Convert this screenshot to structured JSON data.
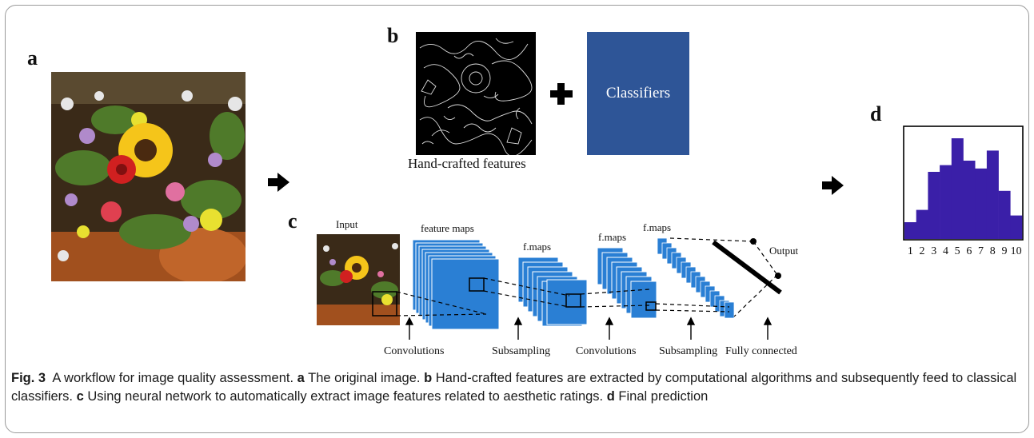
{
  "panels": {
    "a": "a",
    "b": "b",
    "c": "c",
    "d": "d"
  },
  "handcrafted_label": "Hand-crafted features",
  "classifier_label": "Classifiers",
  "cnn": {
    "input_label": "Input",
    "feature_maps_label": "feature maps",
    "fmaps_label_1": "f.maps",
    "fmaps_label_2": "f.maps",
    "fmaps_label_3": "f.maps",
    "output_label": "Output",
    "stages": [
      "Convolutions",
      "Subsampling",
      "Convolutions",
      "Subsampling",
      "Fully connected"
    ]
  },
  "chart_data": {
    "type": "bar",
    "categories": [
      "1",
      "2",
      "3",
      "4",
      "5",
      "6",
      "7",
      "8",
      "9",
      "10"
    ],
    "values": [
      0.15,
      0.26,
      0.6,
      0.66,
      0.9,
      0.7,
      0.63,
      0.79,
      0.43,
      0.21
    ],
    "ylim": [
      0,
      1
    ],
    "color": "#3a1fa8"
  },
  "caption": {
    "fig_label": "Fig. 3",
    "intro": "A workflow for image quality assessment.",
    "a_key": "a",
    "a_text": "The original image.",
    "b_key": "b",
    "b_text": "Hand-crafted features are extracted by computational algorithms and subsequently feed to classical classifiers.",
    "c_key": "c",
    "c_text": "Using neural network to automatically extract image features related to aesthetic ratings.",
    "d_key": "d",
    "d_text": "Final prediction"
  }
}
